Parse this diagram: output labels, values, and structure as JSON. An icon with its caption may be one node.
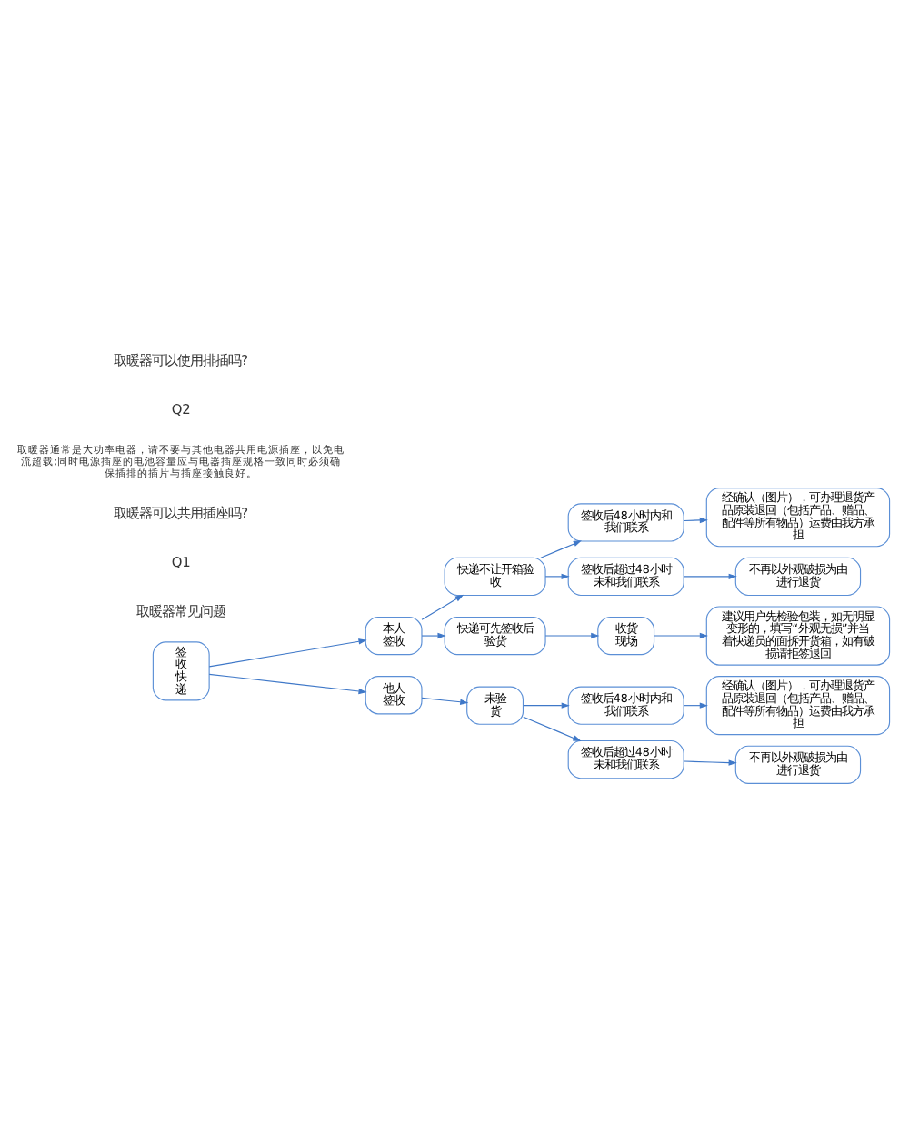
{
  "diagram": {
    "nodes": [
      {
        "text": [
          "签收快递"
        ]
      },
      {
        "text": [
          "本人签收"
        ]
      },
      {
        "text": [
          "快递不让开箱验收"
        ]
      },
      {
        "text": [
          "签收后48小时内和我们联系"
        ]
      },
      {
        "text": [
          "经确认（图片），可办理退货产品原装退回（包括产品、赠品、配件等所有物品）运费由我方承担"
        ]
      },
      {
        "text": [
          "签收后超过48小时未和我们联系"
        ]
      },
      {
        "text": [
          "不再以外观破损为由进行退货"
        ]
      },
      {
        "text": [
          "快递可先签收后验货"
        ]
      },
      {
        "text": [
          "收货现场"
        ]
      },
      {
        "text": [
          "建议用户先检验包装，如无明显变形的，填写“外观无损”并当着快递员的面拆开货箱，如有破损请拒签退回"
        ]
      },
      {
        "text": [
          "他人签收"
        ]
      },
      {
        "text": [
          "未验货"
        ]
      },
      {
        "text": [
          "签收后48小时内和我们联系"
        ]
      },
      {
        "text": [
          "经确认（图片），可办理退货产品原装退回（包括产品、赠品、配件等所有物品）运费由我方承担"
        ]
      },
      {
        "text": [
          "签收后超过48小时未和我们联系"
        ]
      },
      {
        "text": [
          "不再以外观破损为由进行退货"
        ]
      }
    ],
    "edges": [
      {
        "from": 0,
        "to": 1,
        "arrow": "to"
      },
      {
        "from": 0,
        "to": 10,
        "arrow": "to"
      },
      {
        "from": 1,
        "to": 2,
        "arrow": "to"
      },
      {
        "from": 1,
        "to": 7,
        "arrow": "to"
      },
      {
        "from": 2,
        "to": 3,
        "arrow": "to"
      },
      {
        "from": 2,
        "to": 5,
        "arrow": "to"
      },
      {
        "from": 3,
        "to": 4,
        "arrow": "to"
      },
      {
        "from": 5,
        "to": 6,
        "arrow": "to"
      },
      {
        "from": 7,
        "to": 8,
        "arrow": "to"
      },
      {
        "from": 8,
        "to": 9,
        "arrow": "to"
      },
      {
        "from": 10,
        "to": 11,
        "arrow": "to"
      },
      {
        "from": 11,
        "to": 12,
        "arrow": "to"
      },
      {
        "from": 11,
        "to": 14,
        "arrow": "to"
      },
      {
        "from": 12,
        "to": 13,
        "arrow": "to"
      },
      {
        "from": 14,
        "to": 15,
        "arrow": "to"
      }
    ],
    "labels": [
      "取暖器常见问题",
      "Q1",
      "取暖器可以共用插座吗?",
      "取暖器通常是大功率电器，请不要与其他电器共用电源插座，以免电流超载;同时电源插座的电池容量应与电器插座规格一致同时必须确保插排的插片与插座接触良好。",
      "Q2",
      "取暖器可以使用排插吗?"
    ]
  }
}
